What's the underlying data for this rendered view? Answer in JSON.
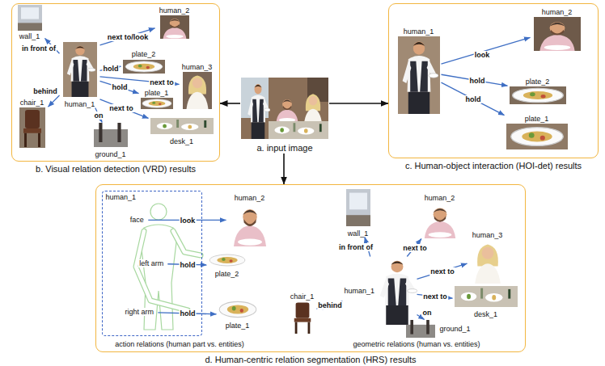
{
  "diagram": {
    "nodes": [
      {
        "text": [
          "b. Visual relation detection (VRD) results"
        ]
      },
      {
        "text": [
          "wall_1"
        ],
        "in": 0
      },
      {
        "text": [
          "human_2"
        ],
        "in": 0
      },
      {
        "text": [
          "plate_2"
        ],
        "in": 0
      },
      {
        "text": [
          "human_1"
        ],
        "in": 0
      },
      {
        "text": [
          "plate_1"
        ],
        "in": 0
      },
      {
        "text": [
          "human_3"
        ],
        "in": 0
      },
      {
        "text": [
          "chair_1"
        ],
        "in": 0
      },
      {
        "text": [
          "ground_1"
        ],
        "in": 0
      },
      {
        "text": [
          "desk_1"
        ],
        "in": 0
      },
      {
        "text": [
          "a. input image"
        ]
      },
      {
        "text": [
          "c. Human-object interaction (HOI-det) results"
        ]
      },
      {
        "text": [
          "human_1"
        ],
        "in": 11
      },
      {
        "text": [
          "human_2"
        ],
        "in": 11
      },
      {
        "text": [
          "plate_2"
        ],
        "in": 11
      },
      {
        "text": [
          "plate_1"
        ],
        "in": 11
      },
      {
        "text": [
          "d. Human-centric relation segmentation (HRS) results"
        ]
      },
      {
        "text": [
          "human_1"
        ],
        "in": 16
      },
      {
        "text": [
          "face"
        ],
        "in": 17
      },
      {
        "text": [
          "left arm"
        ],
        "in": 17
      },
      {
        "text": [
          "right arm"
        ],
        "in": 17
      },
      {
        "text": [
          "human_2"
        ],
        "in": 16
      },
      {
        "text": [
          "plate_2"
        ],
        "in": 16
      },
      {
        "text": [
          "plate_1"
        ],
        "in": 16
      },
      {
        "text": [
          "wall_1"
        ],
        "in": 16
      },
      {
        "text": [
          "human_2"
        ],
        "in": 16
      },
      {
        "text": [
          "human_1"
        ],
        "in": 16
      },
      {
        "text": [
          "human_3"
        ],
        "in": 16
      },
      {
        "text": [
          "desk_1"
        ],
        "in": 16
      },
      {
        "text": [
          "chair_1"
        ],
        "in": 16
      },
      {
        "text": [
          "ground_1"
        ],
        "in": 16
      }
    ],
    "edges": [
      {
        "from": 4,
        "to": 1,
        "label": "in front of",
        "arrow": "to"
      },
      {
        "from": 4,
        "to": 2,
        "label": "next to/look",
        "arrow": "to"
      },
      {
        "from": 4,
        "to": 3,
        "label": "hold",
        "arrow": "to"
      },
      {
        "from": 4,
        "to": 5,
        "label": "hold",
        "arrow": "to"
      },
      {
        "from": 4,
        "to": 6,
        "label": "next to",
        "arrow": "to"
      },
      {
        "from": 4,
        "to": 9,
        "label": "next to",
        "arrow": "to"
      },
      {
        "from": 4,
        "to": 7,
        "label": "behind",
        "arrow": "to"
      },
      {
        "from": 4,
        "to": 8,
        "label": "on",
        "arrow": "to"
      },
      {
        "from": 10,
        "to": 0,
        "arrow": "to"
      },
      {
        "from": 10,
        "to": 11,
        "arrow": "to"
      },
      {
        "from": 10,
        "to": 16,
        "arrow": "to"
      },
      {
        "from": 12,
        "to": 13,
        "label": "look",
        "arrow": "to"
      },
      {
        "from": 12,
        "to": 14,
        "label": "hold",
        "arrow": "to"
      },
      {
        "from": 12,
        "to": 15,
        "label": "hold",
        "arrow": "to"
      },
      {
        "from": 18,
        "to": 21,
        "label": "look",
        "arrow": "to"
      },
      {
        "from": 19,
        "to": 22,
        "label": "hold",
        "arrow": "to"
      },
      {
        "from": 20,
        "to": 23,
        "label": "hold",
        "arrow": "to"
      },
      {
        "from": 26,
        "to": 24,
        "label": "in front of",
        "arrow": "to"
      },
      {
        "from": 26,
        "to": 25,
        "label": "next to",
        "arrow": "to"
      },
      {
        "from": 26,
        "to": 27,
        "label": "next to",
        "arrow": "to"
      },
      {
        "from": 26,
        "to": 28,
        "label": "next to",
        "arrow": "to"
      },
      {
        "from": 26,
        "to": 29,
        "label": "behind",
        "arrow": "to"
      },
      {
        "from": 26,
        "to": 30,
        "label": "on",
        "arrow": "to"
      }
    ],
    "labels": [
      "action relations (human part vs. entities)",
      "geometric relations (human vs. entities)"
    ]
  }
}
